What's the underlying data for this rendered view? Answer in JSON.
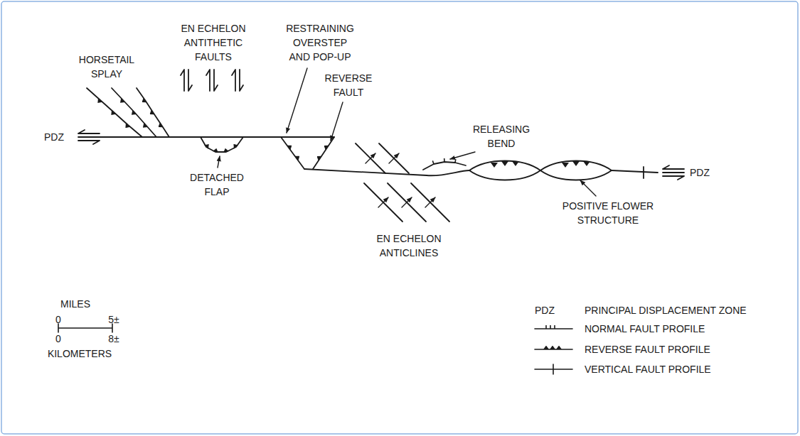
{
  "diagram": {
    "labels": [
      "HORSETAIL SPLAY",
      "EN ECHELON ANTITHETIC FAULTS",
      "RESTRAINING OVERSTEP AND POP-UP",
      "REVERSE FAULT",
      "DETACHED FLAP",
      "RELEASING BEND",
      "EN ECHELON ANTICLINES",
      "POSITIVE FLOWER STRUCTURE",
      "PDZ",
      "PDZ",
      "MILES",
      "0",
      "5±",
      "0",
      "8±",
      "KILOMETERS",
      "PDZ"
    ],
    "legend": [
      {
        "text": "PRINCIPAL DISPLACEMENT ZONE"
      },
      {
        "text": "NORMAL FAULT PROFILE"
      },
      {
        "text": "REVERSE FAULT PROFILE"
      },
      {
        "text": "VERTICAL FAULT PROFILE"
      }
    ]
  }
}
